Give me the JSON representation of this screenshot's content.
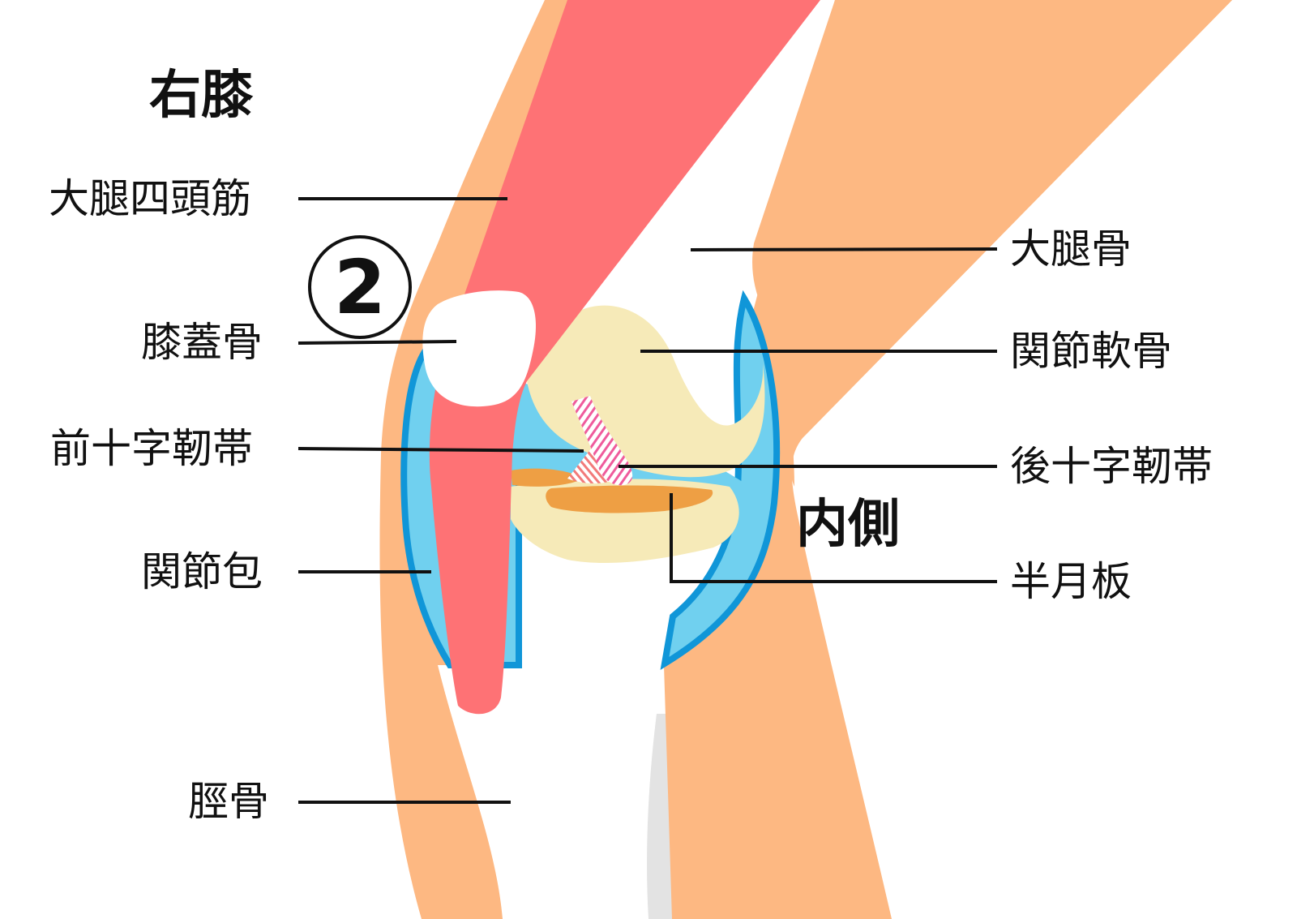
{
  "title": "右膝",
  "side_label": "内側",
  "step_number": "2",
  "labels": {
    "quadriceps": "大腿四頭筋",
    "patella": "膝蓋骨",
    "acl": "前十字靭帯",
    "joint_capsule": "関節包",
    "tibia": "脛骨",
    "femur": "大腿骨",
    "articular_cartilage": "関節軟骨",
    "pcl": "後十字靭帯",
    "meniscus": "半月板"
  },
  "colors": {
    "skin": "#fdb882",
    "muscle": "#fe7275",
    "cartilage": "#f6eab8",
    "capsule_fill": "#70d0ef",
    "capsule_line": "#1096d8",
    "meniscus": "#ee9f44",
    "ligament": "#ef5b9c",
    "bone": "#ffffff",
    "fibula_shadow": "#e3e3e3"
  }
}
